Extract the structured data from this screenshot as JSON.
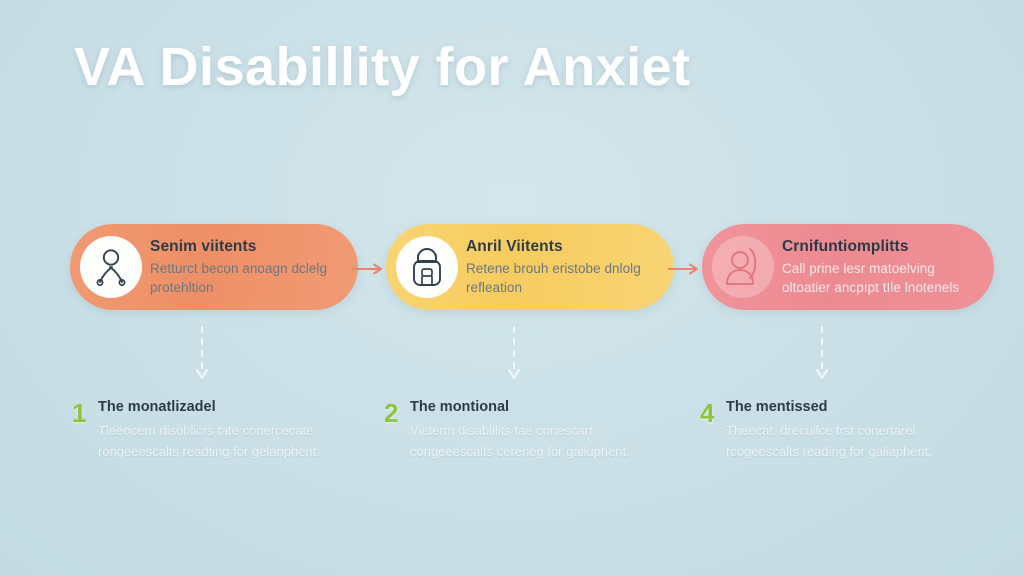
{
  "page": {
    "title": "VA Disabillity for Anxiet",
    "background_color": "#cbe2e8"
  },
  "colors": {
    "background": "#cbe2e8",
    "stage_orange": "#ee9168",
    "stage_yellow": "#f7d066",
    "stage_pink": "#ee8d93",
    "arrow_coral": "#e8836d",
    "number_green": "#8cc63e",
    "title_white": "#ffffff",
    "heading_dark": "#2f3c47"
  },
  "stages": [
    {
      "icon": "crossed-person-icon",
      "title": "Senim viitents",
      "desc": "Retturct becon anoagn dclelg protehltion",
      "color": "#ee9168"
    },
    {
      "icon": "backpack-icon",
      "title": "Anril Viitents",
      "desc": "Retene brouh eristobe dnlolg refleation",
      "color": "#f7d066"
    },
    {
      "icon": "person-avatar-icon",
      "title": "Crnifuntiomplitts",
      "desc": "Call prine lesr matoelving oltoatier ancpıpt tIle lnotenels",
      "color": "#ee8d93"
    }
  ],
  "connectors": {
    "horizontal_arrow": "arrow-right-icon",
    "vertical_arrow": "arrow-down-dashed-icon",
    "count_horizontal": 2,
    "count_vertical": 3
  },
  "notes": [
    {
      "number": "1",
      "title": "The monatlizadel",
      "desc": "Tleeocern disoblicrs tate conercecate rongeeescalts readting for gelanphent."
    },
    {
      "number": "2",
      "title": "The montional",
      "desc": "Vieterm disablilits tae conescart congeeescalts cereneg for galluphent."
    },
    {
      "number": "4",
      "title": "The mentissed",
      "desc": "Theecat. drecuilce trst conertarel rcogeescalts reading for galiaphent."
    }
  ]
}
